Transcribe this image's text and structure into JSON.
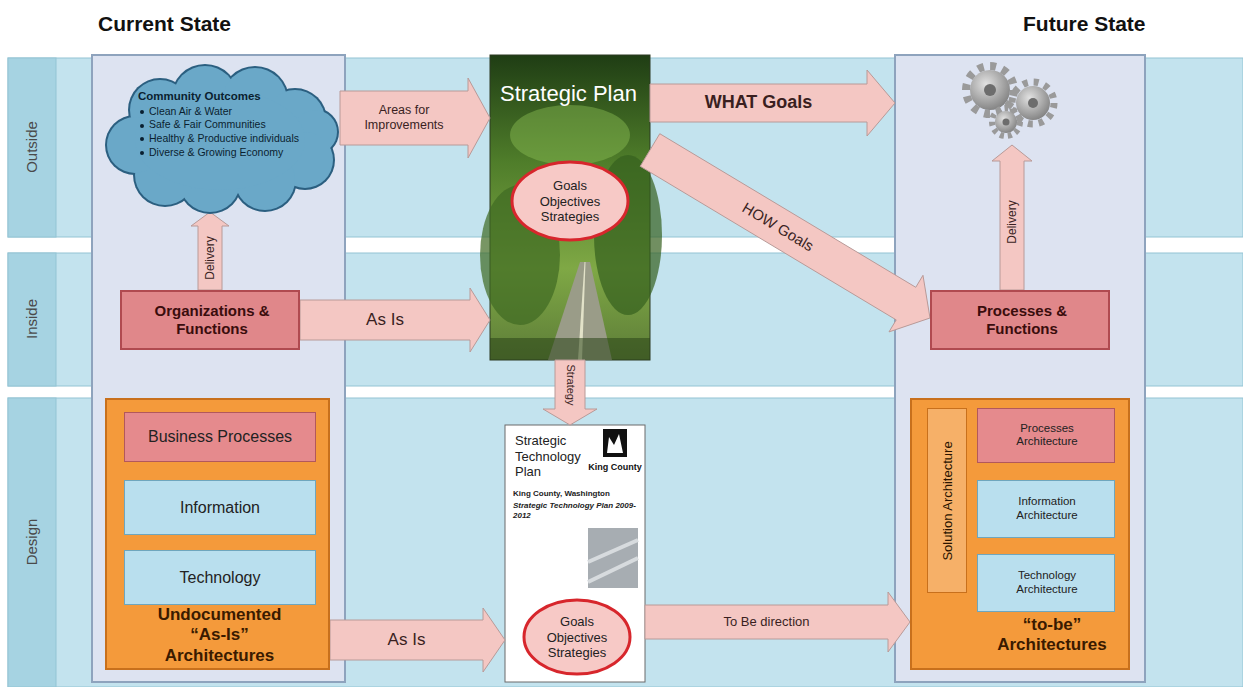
{
  "diagram": {
    "nodes": [
      {
        "text": [
          "Outside"
        ]
      },
      {
        "text": [
          "Inside"
        ]
      },
      {
        "text": [
          "Design"
        ]
      },
      {
        "text": [
          "Current State"
        ]
      },
      {
        "text": [
          "Community Outcomes",
          "Clean Air & Water",
          "Safe & Fair Communities",
          "Healthy & Productive individuals",
          "Diverse & Growing Economy"
        ],
        "in": 3
      },
      {
        "text": [
          "Organizations & Functions"
        ],
        "in": 3
      },
      {
        "text": [
          "Undocumented “As-Is” Architectures"
        ],
        "in": 3
      },
      {
        "text": [
          "Business Processes"
        ],
        "in": 6
      },
      {
        "text": [
          "Information"
        ],
        "in": 6
      },
      {
        "text": [
          "Technology"
        ],
        "in": 6
      },
      {
        "text": [
          "Strategic Plan"
        ]
      },
      {
        "text": [
          "Goals Objectives Strategies"
        ],
        "in": 10
      },
      {
        "text": [
          "Strategic Technology Plan",
          "King County",
          "King County, Washington",
          "Strategic Technology Plan 2009-2012"
        ]
      },
      {
        "text": [
          "Goals Objectives Strategies"
        ],
        "in": 12
      },
      {
        "text": [
          "Future State"
        ]
      },
      {
        "text": [
          "Processes & Functions"
        ],
        "in": 14
      },
      {
        "text": [
          "“to-be” Architectures"
        ],
        "in": 14
      },
      {
        "text": [
          "Solution Architecture"
        ],
        "in": 16
      },
      {
        "text": [
          "Processes Architecture"
        ],
        "in": 16
      },
      {
        "text": [
          "Information Architecture"
        ],
        "in": 16
      },
      {
        "text": [
          "Technology Architecture"
        ],
        "in": 16
      }
    ],
    "edges": [
      {
        "from": 5,
        "to": 4,
        "label": "Delivery",
        "arrow": "to"
      },
      {
        "from": 4,
        "to": 10,
        "label": "Areas for Improvements",
        "arrow": "to"
      },
      {
        "from": 5,
        "to": 10,
        "label": "As Is",
        "arrow": "to"
      },
      {
        "from": 6,
        "to": 12,
        "label": "As Is",
        "arrow": "to"
      },
      {
        "from": 10,
        "to": 12,
        "label": "Strategy",
        "arrow": "to"
      },
      {
        "from": 10,
        "to": 14,
        "label": "WHAT Goals",
        "arrow": "to"
      },
      {
        "from": 10,
        "to": 15,
        "label": "HOW Goals",
        "arrow": "to"
      },
      {
        "from": 12,
        "to": 16,
        "label": "To Be direction",
        "arrow": "to"
      }
    ],
    "labels": [
      "Delivery"
    ]
  }
}
